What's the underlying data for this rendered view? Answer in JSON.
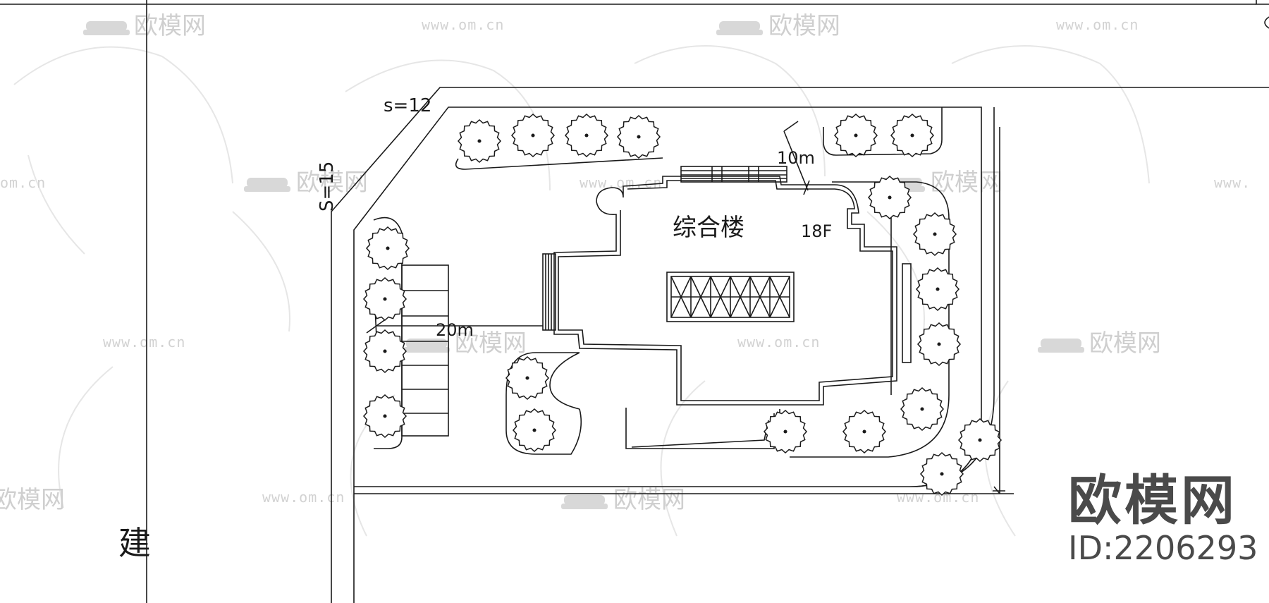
{
  "plan": {
    "building_name": "综合楼",
    "floors": "18F",
    "dim_top": "10m",
    "dim_left": "20m",
    "road_label_top": "s=12",
    "road_label_left": "S=15",
    "side_label": "建"
  },
  "watermark": {
    "brand_name": "欧模网",
    "url": "www.om.cn",
    "url_partial": "om.cn",
    "url_prefix": "www."
  },
  "badge": {
    "logo_text": "欧模网",
    "id_text": "ID:2206293"
  },
  "colors": {
    "line": "#1a1a1a",
    "watermark": "#cfcfcf",
    "brand": "#4a4a4a"
  }
}
